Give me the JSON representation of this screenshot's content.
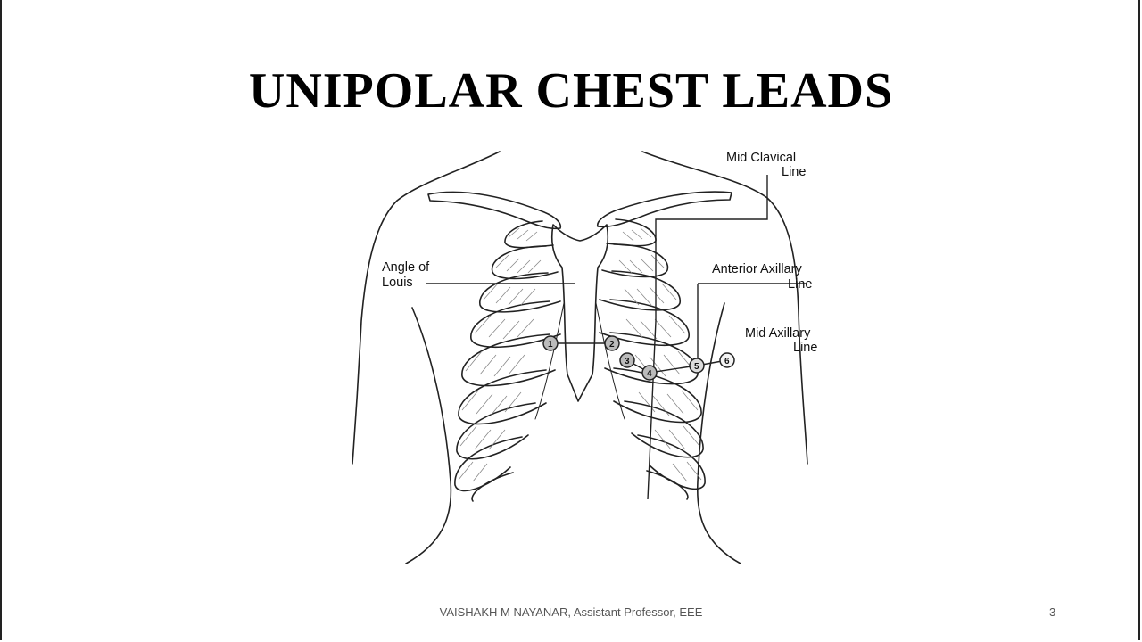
{
  "slide": {
    "title": "UNIPOLAR CHEST LEADS",
    "footer": "VAISHAKH M NAYANAR, Assistant Professor, EEE",
    "page_number": "3"
  },
  "diagram": {
    "labels": {
      "mid_clavical": [
        "Mid Clavical",
        "Line"
      ],
      "angle_of_louis": [
        "Angle of",
        "Louis"
      ],
      "anterior_axillary": [
        "Anterior Axillary",
        "Line"
      ],
      "mid_axillary": [
        "Mid Axillary",
        "Line"
      ]
    },
    "electrodes": [
      "1",
      "2",
      "3",
      "4",
      "5",
      "6"
    ]
  }
}
